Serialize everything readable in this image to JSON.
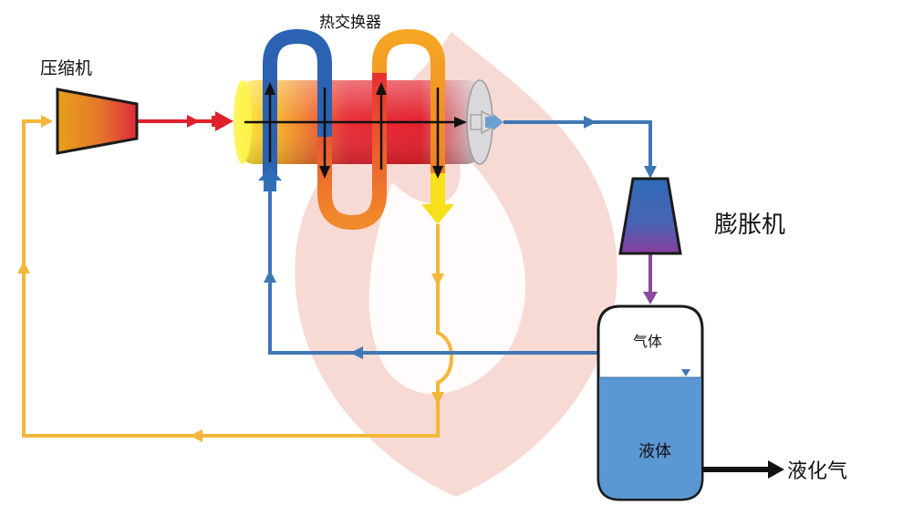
{
  "diagram": {
    "labels": {
      "compressor": "压缩机",
      "heat_exchanger": "热交换器",
      "expander": "膨胀机",
      "gas": "气体",
      "liquid": "液体",
      "lng": "液化气"
    },
    "colors": {
      "hot_red": "#e0202a",
      "warm_orange": "#f28a1e",
      "yellow_line": "#f4b63a",
      "blue_line": "#3f77b5",
      "purple_line": "#8a4aa0",
      "liquid_blue": "#5b97d2",
      "watermark": "#f7d3cc"
    }
  }
}
